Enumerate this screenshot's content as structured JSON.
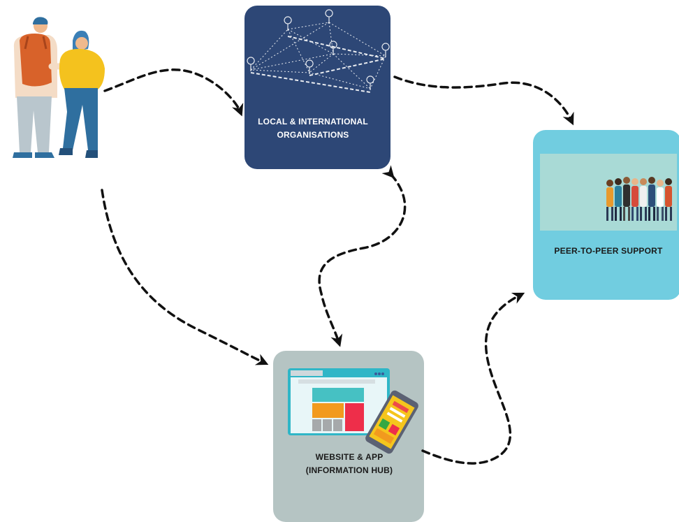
{
  "nodes": {
    "organisations": {
      "line1": "LOCAL & INTERNATIONAL",
      "line2": "ORGANISATIONS"
    },
    "peer_support": {
      "line1": "PEER-TO-PEER SUPPORT"
    },
    "info_hub": {
      "line1": "WEBSITE  & APP",
      "line2": "(INFORMATION HUB)"
    }
  },
  "colors": {
    "organisations_box": "#2d4776",
    "peer_box": "#71cde0",
    "hub_box": "#b5c4c3",
    "arrow": "#111111"
  },
  "icons": [
    "travellers-illustration",
    "network-map-icon",
    "crowd-illustration",
    "website-mockup-icon",
    "smartphone-app-icon"
  ]
}
